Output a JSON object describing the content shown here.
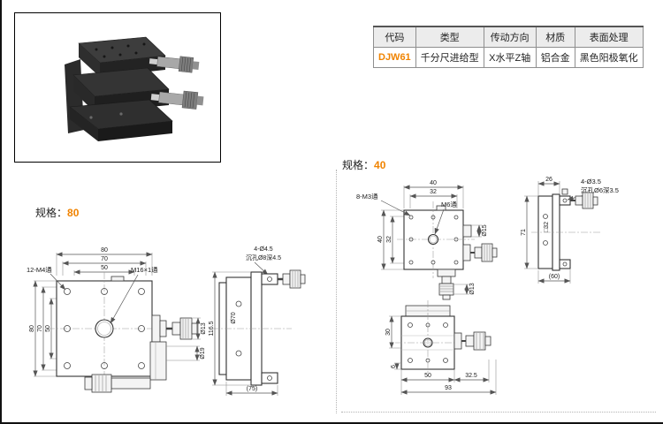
{
  "header_table": {
    "columns": [
      "代码",
      "类型",
      "传动方向",
      "材质",
      "表面处理"
    ],
    "row": [
      "DJW61",
      "千分尺进给型",
      "X水平Z轴",
      "铝合金",
      "黑色阳极氧化"
    ]
  },
  "sections": {
    "spec80": {
      "prefix": "规格：",
      "value": "80"
    },
    "spec40": {
      "prefix": "规格：",
      "value": "40"
    }
  },
  "drawing80": {
    "front": {
      "dim_80": "80",
      "dim_70": "70",
      "dim_50": "50",
      "holes_label": "12-M4通",
      "center_label": "M16×1通",
      "mic_dia_small": "Ø13",
      "mic_dia_large": "Ø19"
    },
    "side": {
      "cbore_line1": "4-Ø4.5",
      "cbore_line2": "沉孔Ø8深4.5",
      "height": "116.5",
      "body_dia": "Ø70",
      "depth": "(75)"
    }
  },
  "drawing40": {
    "front": {
      "dim_40": "40",
      "dim_32": "32",
      "holes_label": "8-M3通",
      "center_label": "M6通",
      "boss_dia": "Ø15",
      "mic_dia": "Ø13"
    },
    "side": {
      "width": "26",
      "cbore_line1": "4-Ø3.5",
      "cbore_line2": "沉孔Ø6深3.5",
      "height": "71",
      "body_sq": "□32",
      "depth": "(60)"
    },
    "bottom": {
      "dim_30": "30",
      "dim_6": "6",
      "dim_50": "50",
      "dim_32_5": "32.5",
      "dim_93": "93"
    }
  },
  "colors": {
    "accent": "#f08300"
  }
}
